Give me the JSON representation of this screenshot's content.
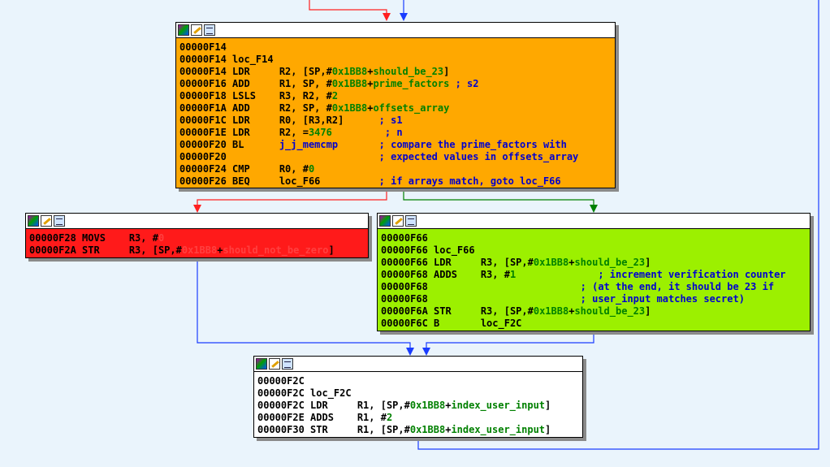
{
  "colors": {
    "background": "#eaf4fc",
    "node_orange": "#ffa800",
    "node_red": "#ff1a1a",
    "node_green": "#9cf000",
    "node_white": "#ffffff",
    "edge_red": "#ff2020",
    "edge_green": "#008000",
    "edge_blue": "#1a3cff"
  },
  "header_icons": [
    "graph-overview-icon",
    "edit-pencil-icon",
    "xref-list-icon"
  ],
  "nodes": [
    {
      "id": "loc_F14",
      "lines": [
        [
          {
            "t": "00000F14",
            "c": "kw"
          }
        ],
        [
          {
            "t": "00000F14 loc_F14",
            "c": "kw"
          }
        ],
        [
          {
            "t": "00000F14 LDR     R2, [SP,#",
            "c": "kw"
          },
          {
            "t": "0x1BB8",
            "c": "num"
          },
          {
            "t": "+",
            "c": "kw"
          },
          {
            "t": "should_be_23",
            "c": "sym"
          },
          {
            "t": "]",
            "c": "kw"
          }
        ],
        [
          {
            "t": "00000F16 ADD     R1, SP, #",
            "c": "kw"
          },
          {
            "t": "0x1BB8",
            "c": "num"
          },
          {
            "t": "+",
            "c": "kw"
          },
          {
            "t": "prime_factors",
            "c": "sym"
          },
          {
            "t": " ; s2",
            "c": "cmt"
          }
        ],
        [
          {
            "t": "00000F18 LSLS    R3, R2, #",
            "c": "kw"
          },
          {
            "t": "2",
            "c": "num"
          }
        ],
        [
          {
            "t": "00000F1A ADD     R2, SP, #",
            "c": "kw"
          },
          {
            "t": "0x1BB8",
            "c": "num"
          },
          {
            "t": "+",
            "c": "kw"
          },
          {
            "t": "offsets_array",
            "c": "sym"
          }
        ],
        [
          {
            "t": "00000F1C LDR     R0, [R3,R2]      ",
            "c": "kw"
          },
          {
            "t": "; s1",
            "c": "cmt"
          }
        ],
        [
          {
            "t": "00000F1E LDR     R2, =",
            "c": "kw"
          },
          {
            "t": "3476",
            "c": "num"
          },
          {
            "t": "         ",
            "c": "kw"
          },
          {
            "t": "; n",
            "c": "cmt"
          }
        ],
        [
          {
            "t": "00000F20 BL      ",
            "c": "kw"
          },
          {
            "t": "j_j_memcmp",
            "c": "cmt"
          },
          {
            "t": "       ",
            "c": "kw"
          },
          {
            "t": "; compare the prime_factors with",
            "c": "cmt"
          }
        ],
        [
          {
            "t": "00000F20                          ",
            "c": "kw"
          },
          {
            "t": "; expected values in offsets_array",
            "c": "cmt"
          }
        ],
        [
          {
            "t": "00000F24 CMP     R0, #",
            "c": "kw"
          },
          {
            "t": "0",
            "c": "num"
          }
        ],
        [
          {
            "t": "00000F26 BEQ     loc_F66          ",
            "c": "kw"
          },
          {
            "t": "; if arrays match, goto loc_F66",
            "c": "cmt"
          }
        ]
      ]
    },
    {
      "id": "loc_F28",
      "lines": [
        [
          {
            "t": "00000F28 MOVS    R3, #",
            "c": "kw"
          },
          {
            "t": "0",
            "c": "num"
          }
        ],
        [
          {
            "t": "00000F2A STR     R3, [SP,#",
            "c": "kw"
          },
          {
            "t": "0x1BB8",
            "c": "num"
          },
          {
            "t": "+",
            "c": "kw"
          },
          {
            "t": "should_not_be_zero",
            "c": "sym"
          },
          {
            "t": "]",
            "c": "kw"
          }
        ]
      ]
    },
    {
      "id": "loc_F66",
      "lines": [
        [
          {
            "t": "00000F66",
            "c": "kw"
          }
        ],
        [
          {
            "t": "00000F66 loc_F66",
            "c": "kw"
          }
        ],
        [
          {
            "t": "00000F66 LDR     R3, [SP,#",
            "c": "kw"
          },
          {
            "t": "0x1BB8",
            "c": "num"
          },
          {
            "t": "+",
            "c": "kw"
          },
          {
            "t": "should_be_23",
            "c": "sym"
          },
          {
            "t": "]",
            "c": "kw"
          }
        ],
        [
          {
            "t": "00000F68 ADDS    R3, #",
            "c": "kw"
          },
          {
            "t": "1",
            "c": "num"
          },
          {
            "t": "              ",
            "c": "kw"
          },
          {
            "t": "; increment verification counter",
            "c": "cmt"
          }
        ],
        [
          {
            "t": "00000F68                          ",
            "c": "kw"
          },
          {
            "t": "; (at the end, it should be 23 if",
            "c": "cmt"
          }
        ],
        [
          {
            "t": "00000F68                          ",
            "c": "kw"
          },
          {
            "t": "; user_input matches secret)",
            "c": "cmt"
          }
        ],
        [
          {
            "t": "00000F6A STR     R3, [SP,#",
            "c": "kw"
          },
          {
            "t": "0x1BB8",
            "c": "num"
          },
          {
            "t": "+",
            "c": "kw"
          },
          {
            "t": "should_be_23",
            "c": "sym"
          },
          {
            "t": "]",
            "c": "kw"
          }
        ],
        [
          {
            "t": "00000F6C B       loc_F2C",
            "c": "kw"
          }
        ]
      ]
    },
    {
      "id": "loc_F2C",
      "lines": [
        [
          {
            "t": "00000F2C",
            "c": "kw"
          }
        ],
        [
          {
            "t": "00000F2C loc_F2C",
            "c": "kw"
          }
        ],
        [
          {
            "t": "00000F2C LDR     R1, [SP,#",
            "c": "kw"
          },
          {
            "t": "0x1BB8",
            "c": "num"
          },
          {
            "t": "+",
            "c": "kw"
          },
          {
            "t": "index_user_input",
            "c": "sym"
          },
          {
            "t": "]",
            "c": "kw"
          }
        ],
        [
          {
            "t": "00000F2E ADDS    R1, #",
            "c": "kw"
          },
          {
            "t": "2",
            "c": "num"
          }
        ],
        [
          {
            "t": "00000F30 STR     R1, [SP,#",
            "c": "kw"
          },
          {
            "t": "0x1BB8",
            "c": "num"
          },
          {
            "t": "+",
            "c": "kw"
          },
          {
            "t": "index_user_input",
            "c": "sym"
          },
          {
            "t": "]",
            "c": "kw"
          }
        ]
      ]
    }
  ]
}
